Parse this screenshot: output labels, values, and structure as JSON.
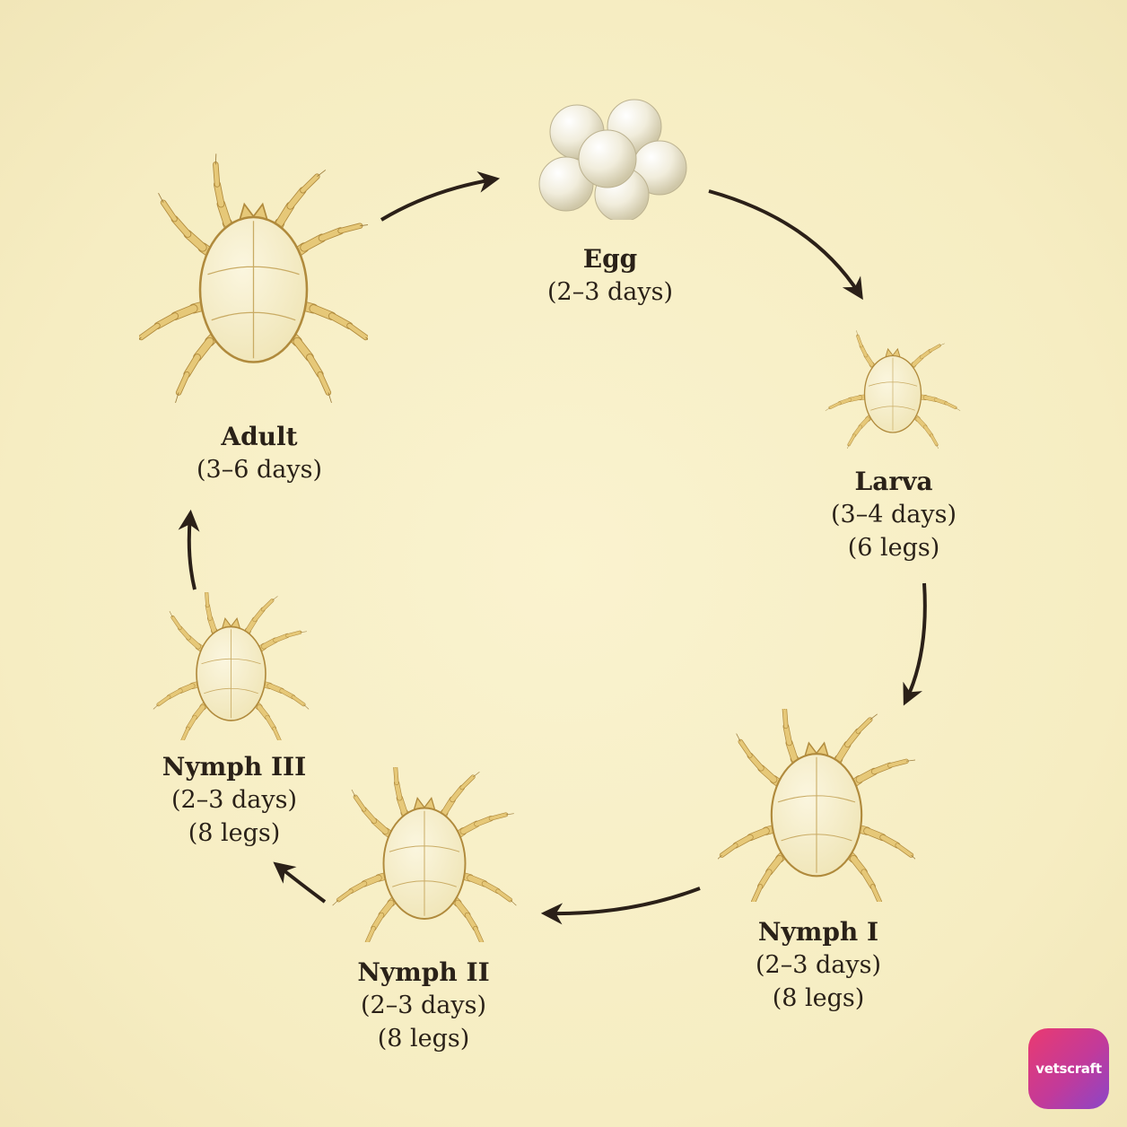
{
  "stages": [
    {
      "id": "egg",
      "name": "Egg",
      "duration": "(2–3 days)",
      "legs": ""
    },
    {
      "id": "larva",
      "name": "Larva",
      "duration": "(3–4 days)",
      "legs": "(6 legs)"
    },
    {
      "id": "nymph-1",
      "name": "Nymph I",
      "duration": "(2–3 days)",
      "legs": "(8 legs)"
    },
    {
      "id": "nymph-2",
      "name": "Nymph II",
      "duration": "(2–3 days)",
      "legs": "(8 legs)"
    },
    {
      "id": "nymph-3",
      "name": "Nymph III",
      "duration": "(2–3 days)",
      "legs": "(8 legs)"
    },
    {
      "id": "adult",
      "name": "Adult",
      "duration": "(3–6 days)",
      "legs": ""
    }
  ],
  "logo": {
    "text": "vetscraft"
  },
  "colors": {
    "background": "#f8f0c8",
    "arrow": "#2b2018",
    "mite_body": "#efe4b4",
    "mite_outline": "#b08a3c",
    "leg_fill": "#e6c878",
    "egg_fill": "#f4f1e4"
  },
  "icons": {
    "mite": "mite-illustration",
    "eggs": "egg-cluster-illustration",
    "arrow": "cycle-arrow"
  }
}
